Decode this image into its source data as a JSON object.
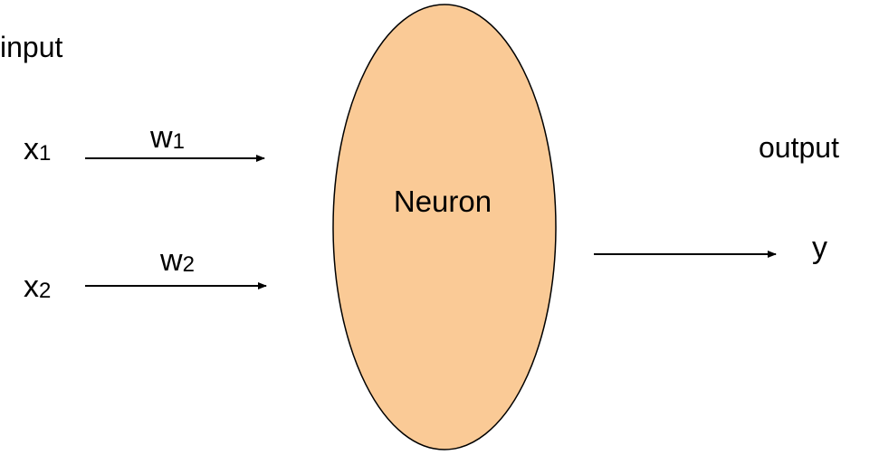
{
  "labels": {
    "input": "input",
    "output": "output",
    "neuron": "Neuron",
    "x1": {
      "base": "x",
      "sub": "1"
    },
    "x2": {
      "base": "x",
      "sub": "2"
    },
    "w1": {
      "base": "w",
      "sub": "1"
    },
    "w2": {
      "base": "w",
      "sub": "2"
    },
    "y": "y"
  },
  "colors": {
    "neuron_fill": "#FACA96",
    "stroke": "#000000"
  }
}
